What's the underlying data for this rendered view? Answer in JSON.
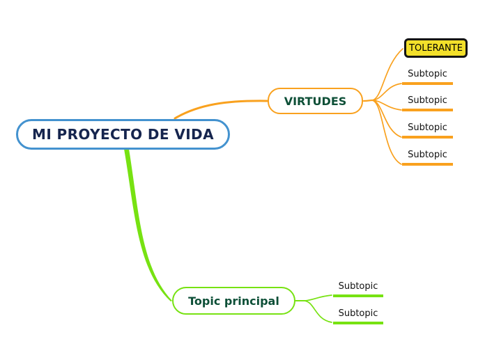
{
  "root": {
    "label": "MI PROYECTO DE VIDA",
    "border_color": "#4392cf",
    "text_color": "#16254e"
  },
  "branches": [
    {
      "id": "virtudes",
      "label": "VIRTUDES",
      "line_color": "#f9a11e",
      "text_color": "#0d4f37",
      "children": [
        {
          "label": "TOLERANTE",
          "style": "highlighted-box",
          "bg_color": "#f3e02a",
          "border_color": "#141414",
          "text_color": "#000000"
        },
        {
          "label": "Subtopic"
        },
        {
          "label": "Subtopic"
        },
        {
          "label": "Subtopic"
        },
        {
          "label": "Subtopic"
        }
      ]
    },
    {
      "id": "topic-principal",
      "label": "Topic principal",
      "line_color": "#77e212",
      "text_color": "#0d4f37",
      "children": [
        {
          "label": "Subtopic"
        },
        {
          "label": "Subtopic"
        }
      ]
    }
  ]
}
